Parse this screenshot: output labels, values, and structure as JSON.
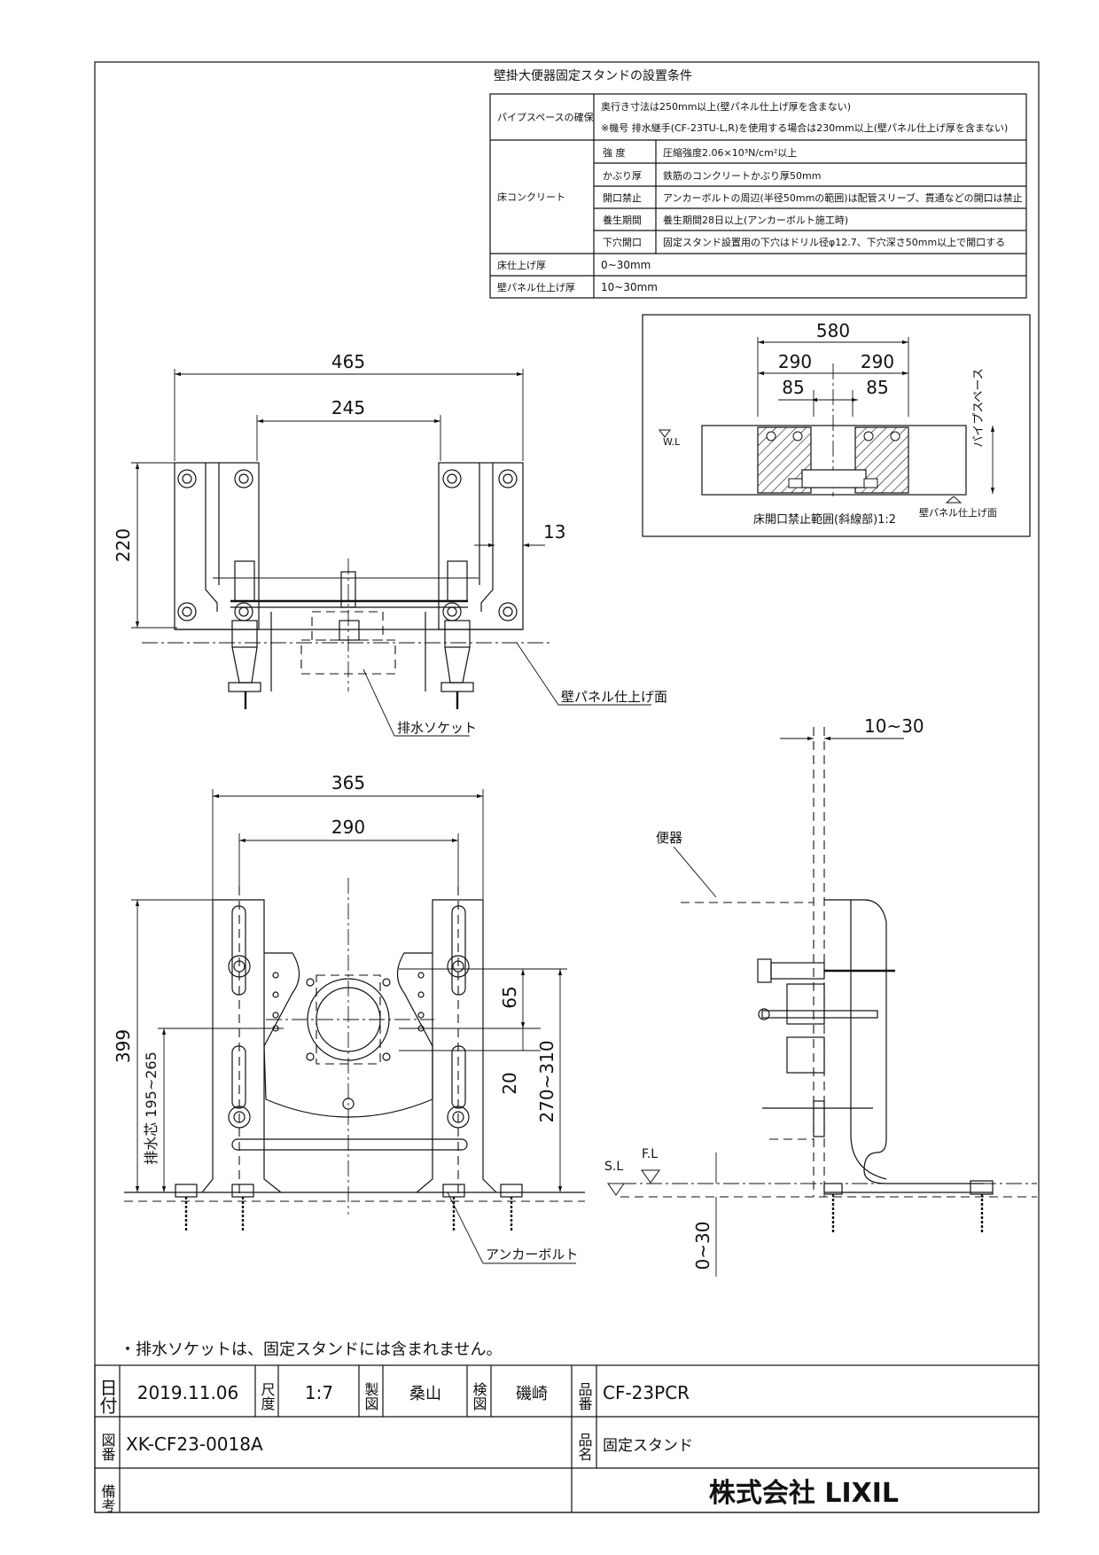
{
  "conditions": {
    "title": "壁掛大便器固定スタンドの設置条件",
    "rows": [
      {
        "label": "パイプスペースの確保",
        "item": "",
        "text1": "奥行き寸法は250mm以上(壁パネル仕上げ厚を含まない)",
        "text2": "※機号 排水継手(CF-23TU-L,R)を使用する場合は230mm以上(壁パネル仕上げ厚を含まない)"
      },
      {
        "label": "床コンクリート",
        "items": [
          {
            "item": "強 度",
            "text": "圧縮強度2.06×10³N/cm²以上"
          },
          {
            "item": "かぶり厚",
            "text": "鉄筋のコンクリートかぶり厚50mm"
          },
          {
            "item": "開口禁止",
            "text": "アンカーボルトの周辺(半径50mmの範囲)は配管スリーブ、貫通などの開口は禁止"
          },
          {
            "item": "養生期間",
            "text": "養生期間28日以上(アンカーボルト施工時)"
          },
          {
            "item": "下穴開口",
            "text": "固定スタンド設置用の下穴はドリル径φ12.7、下穴深さ50mm以上で開口する"
          }
        ]
      },
      {
        "label": "床仕上げ厚",
        "text": "0~30mm"
      },
      {
        "label": "壁パネル仕上げ厚",
        "text": "10~30mm"
      }
    ]
  },
  "plan_view": {
    "dim_465": "465",
    "dim_245": "245",
    "dim_220": "220",
    "dim_13": "13",
    "label_drain_socket": "排水ソケット",
    "label_wall_panel": "壁パネル仕上げ面"
  },
  "detail_view": {
    "dim_580": "580",
    "dim_290_left": "290",
    "dim_290_right": "290",
    "dim_85_left": "85",
    "dim_85_right": "85",
    "label_wl": "W.L",
    "label_pipe_space": "パイプスペース",
    "caption": "床開口禁止範囲(斜線部)1:2",
    "label_wall_finish": "壁パネル仕上げ面"
  },
  "front_view": {
    "dim_365": "365",
    "dim_290": "290",
    "dim_399": "399",
    "dim_drain_center": "排水芯 195~265",
    "dim_65": "65",
    "dim_20": "20",
    "dim_270_310": "270~310",
    "label_anchor": "アンカーボルト"
  },
  "side_view": {
    "dim_10_30": "10~30",
    "label_toilet": "便器",
    "label_sl": "S.L",
    "label_fl": "F.L",
    "dim_0_30": "0~30"
  },
  "note": "・排水ソケットは、固定スタンドには含まれません。",
  "title_block": {
    "date_label": "日付",
    "date": "2019.11.06",
    "scale_label": "尺度",
    "scale": "1:7",
    "drawn_label": "製図",
    "drawn": "桑山",
    "checked_label": "検図",
    "checked": "磯崎",
    "product_no_label": "品番",
    "product_no": "CF-23PCR",
    "drawing_no_label": "図番",
    "drawing_no": "XK-CF23-0018A",
    "product_name_label": "品名",
    "product_name": "固定スタンド",
    "remarks_label": "備考",
    "company": "株式会社 LIXIL"
  }
}
